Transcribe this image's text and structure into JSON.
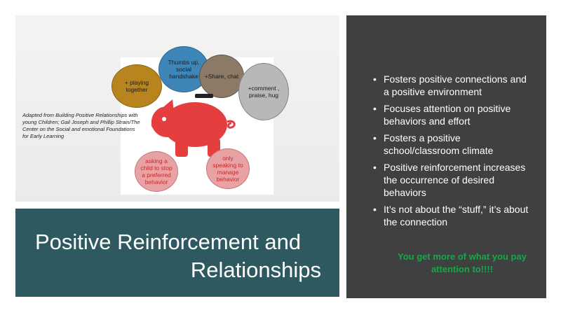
{
  "image_panel": {
    "citation": "Adapted from Building Positive Relationships with young Children; Gail Joseph and Phillip Strain/The Center on the Social and emotional Foundations for Early Learning",
    "bubbles": {
      "playing": "+ playing together",
      "thumbs": "Thumbs up, social handshake",
      "share": "+Share, chat",
      "comment": "+comment , praise, hug",
      "asking": "asking a child to stop a preferred behavior",
      "only": "only speaking to manage behavior"
    }
  },
  "title": {
    "line1": "Positive Reinforcement and",
    "line2": "Relationships"
  },
  "bullets": [
    "Fosters positive connections and a positive environment",
    "Focuses attention on positive behaviors and effort",
    "Fosters a positive school/classroom climate",
    "Positive reinforcement increases the occurrence of desired behaviors",
    "It’s not about the “stuff,” it’s about the connection"
  ],
  "highlight": "You get more of what you pay attention to!!!!",
  "colors": {
    "title_bg": "#2f5961",
    "bullets_bg": "#404040",
    "highlight": "#18a64a",
    "pig": "#e53e3e"
  }
}
